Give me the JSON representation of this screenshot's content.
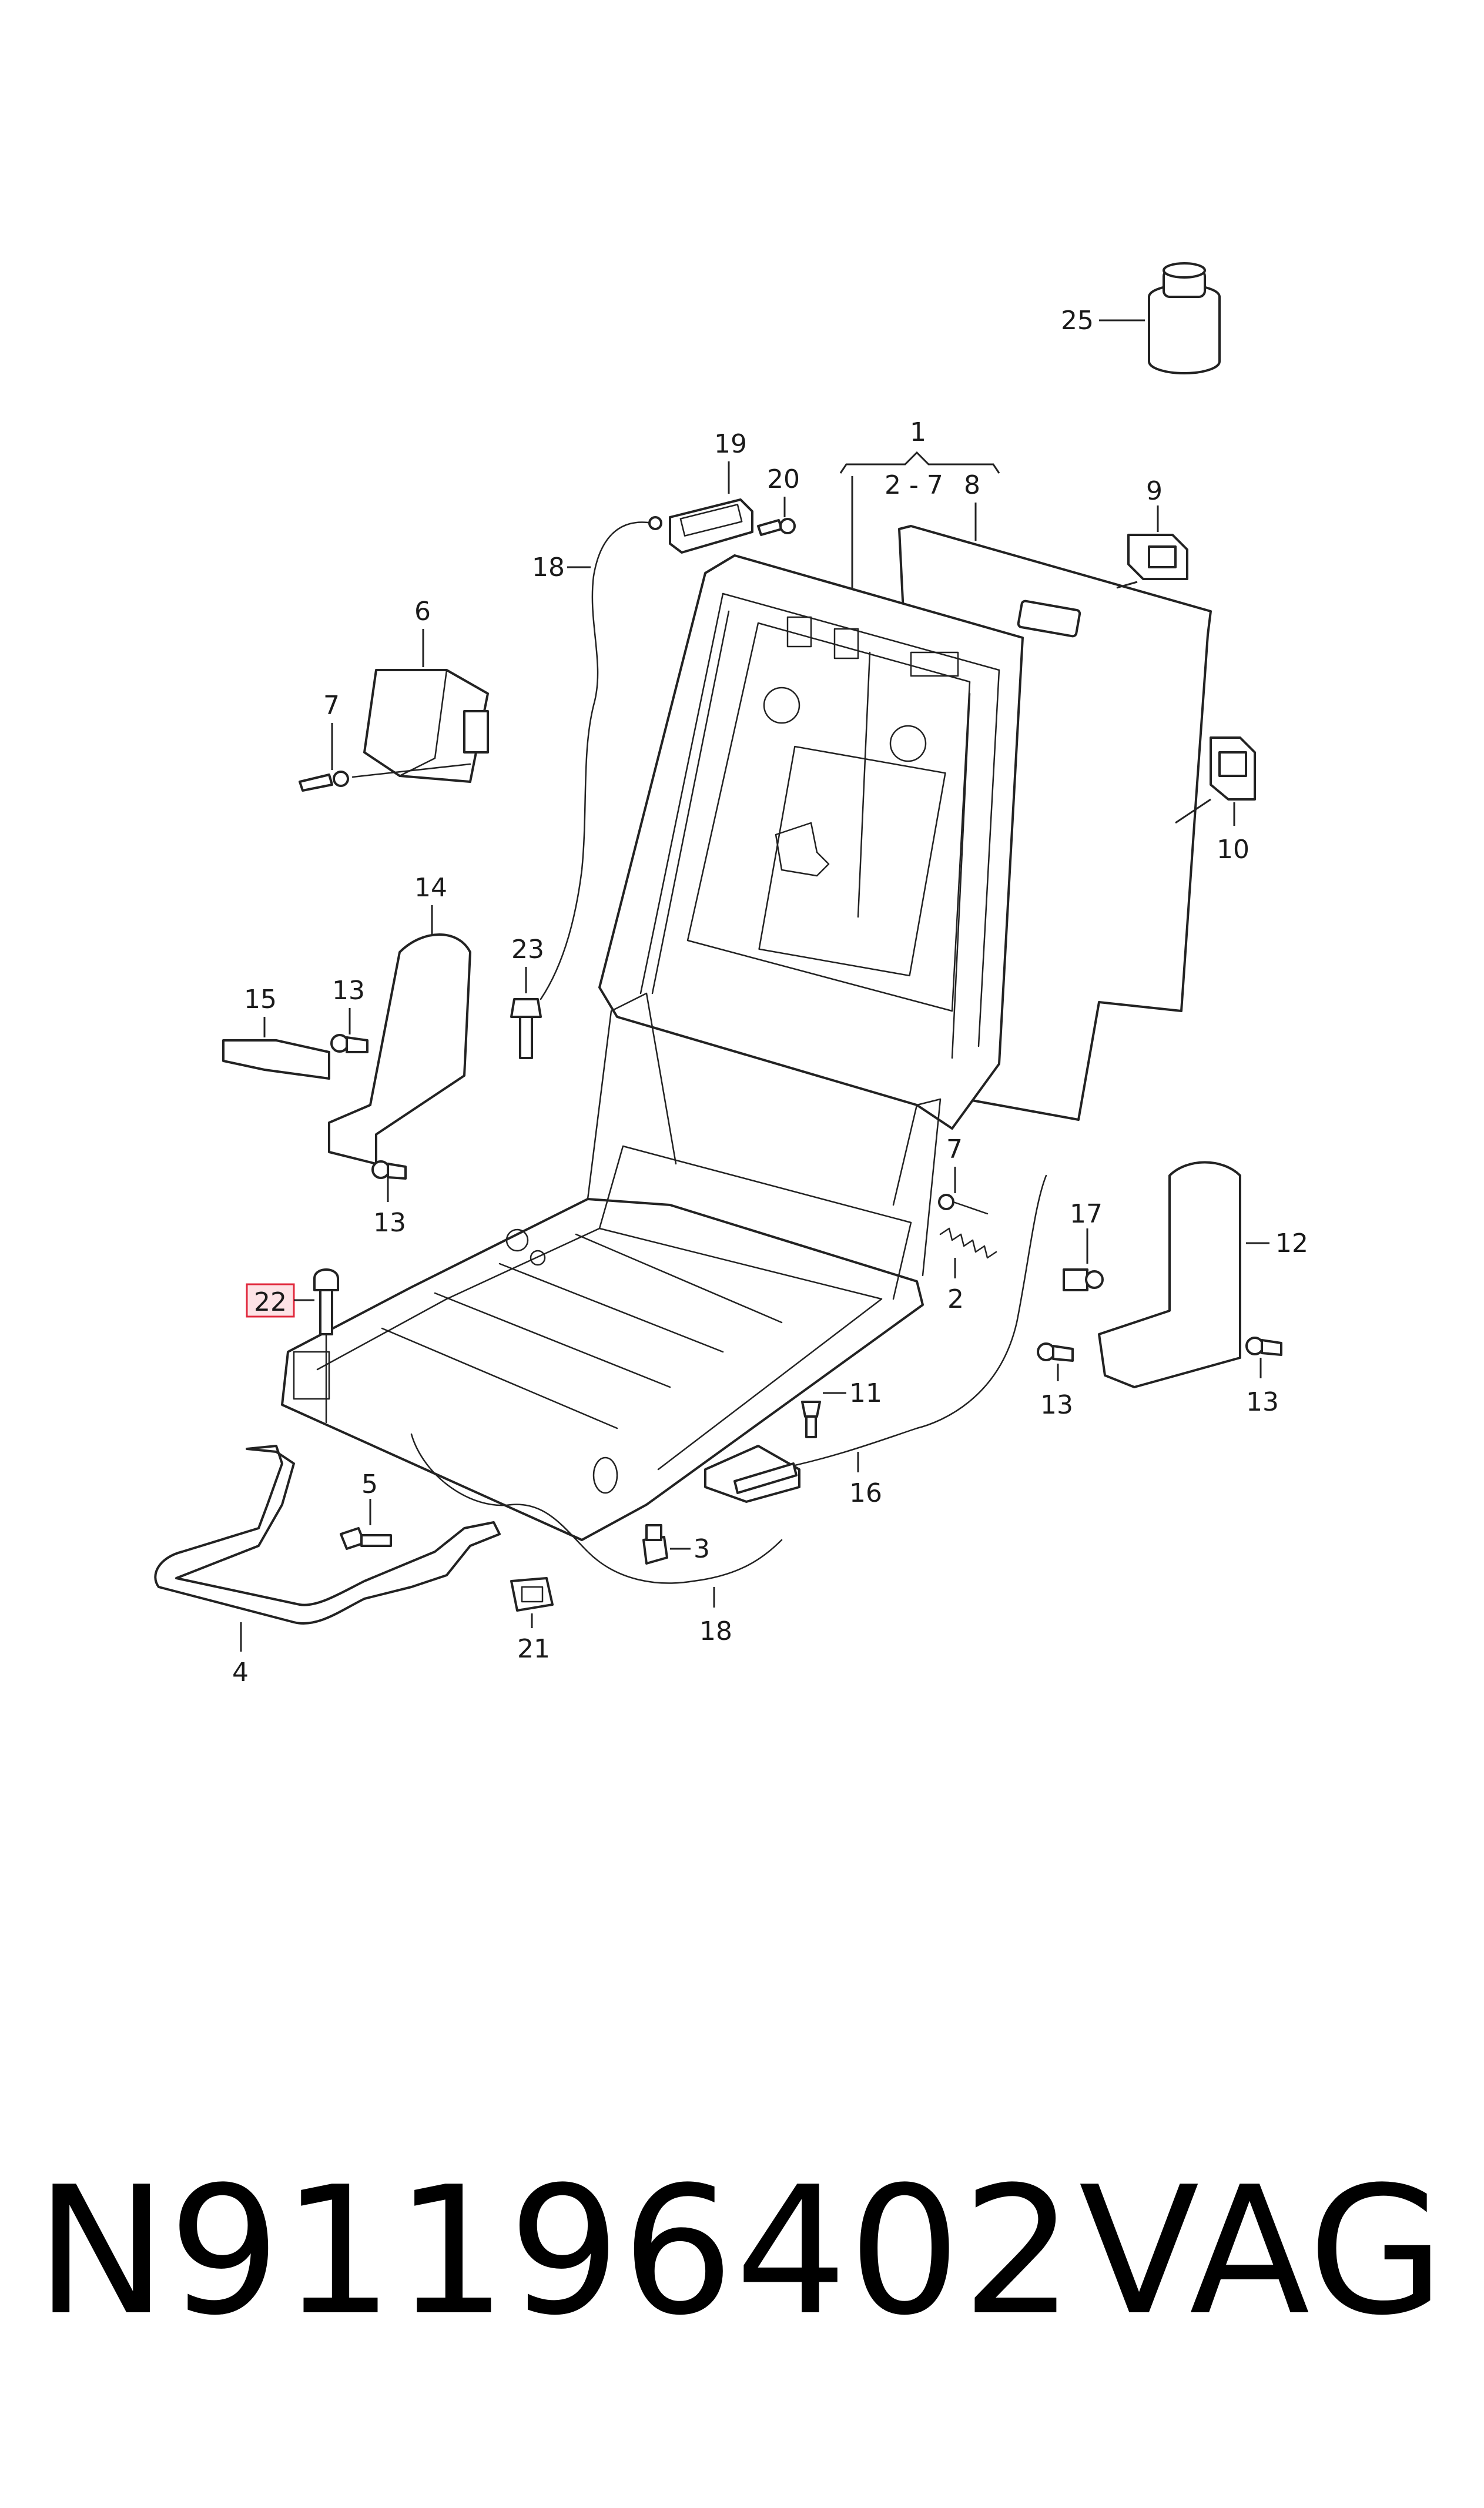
{
  "callouts": {
    "c1": "1",
    "c2a": "2 - 7",
    "c8": "8",
    "c25": "25",
    "c19": "19",
    "c20": "20",
    "c18a": "18",
    "c6": "6",
    "c7a": "7",
    "c9": "9",
    "c10": "10",
    "c14": "14",
    "c15": "15",
    "c13a": "13",
    "c13b": "13",
    "c23": "23",
    "c7b": "7",
    "c2b": "2",
    "c17": "17",
    "c12": "12",
    "c13c": "13",
    "c13d": "13",
    "c22": "22",
    "c11": "11",
    "c16": "16",
    "c5": "5",
    "c3": "3",
    "c4": "4",
    "c21": "21",
    "c18b": "18"
  },
  "highlight": {
    "color": "#e0283c",
    "fill": "#fde3e6"
  },
  "footer": {
    "part_number": "N91196402",
    "brand": "VAG"
  }
}
